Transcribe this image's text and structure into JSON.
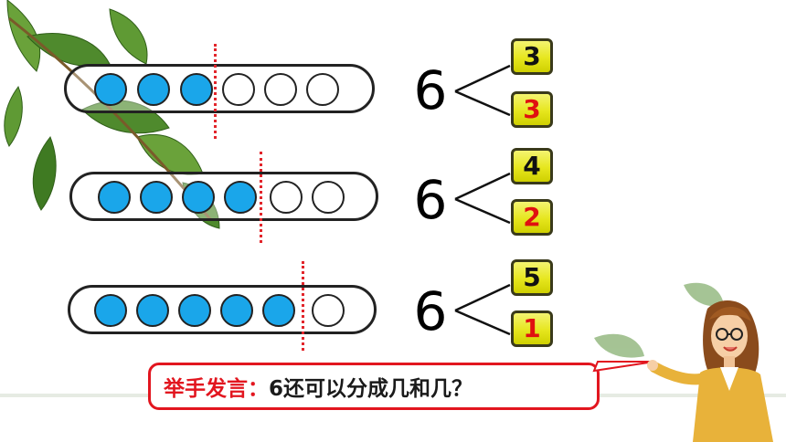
{
  "colors": {
    "bead_filled": "#1aa6ea",
    "divider": "#e2252b",
    "answer_red": "#e01010",
    "box_yellow": "#e6e61e",
    "speech_border": "#e2161f"
  },
  "rows": [
    {
      "total": "6",
      "filled": 3,
      "empty": 3,
      "top": "3",
      "bottom": "3"
    },
    {
      "total": "6",
      "filled": 4,
      "empty": 2,
      "top": "4",
      "bottom": "2"
    },
    {
      "total": "6",
      "filled": 5,
      "empty": 1,
      "top": "5",
      "bottom": "1"
    }
  ],
  "speech": {
    "lead": "举手发言：",
    "question": "6还可以分成几和几？"
  },
  "icons": [
    "leaf-branch-icon",
    "teacher-icon"
  ]
}
